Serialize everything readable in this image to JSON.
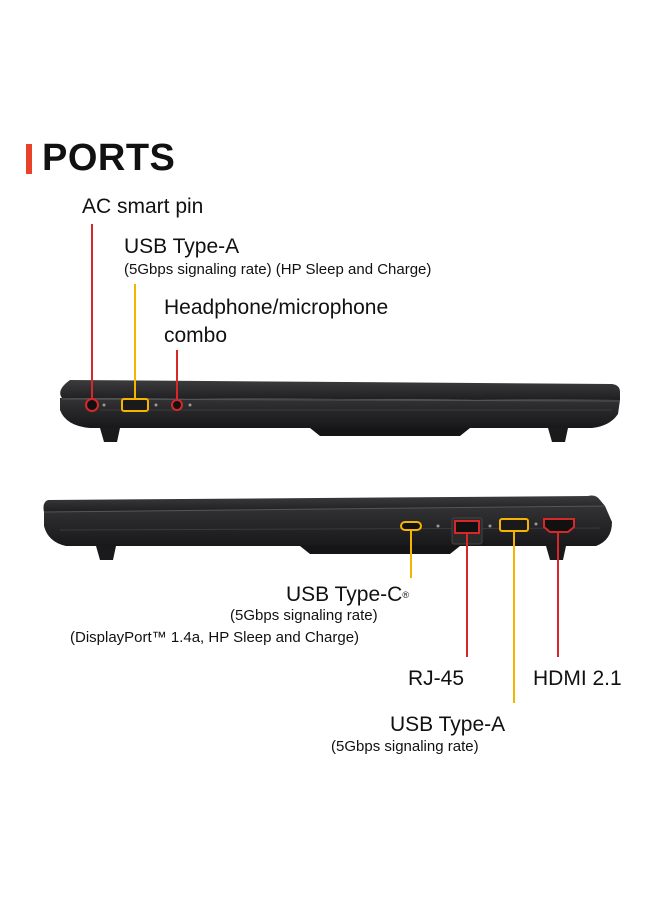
{
  "header": {
    "title": "PORTS",
    "accent_color": "#e8432a"
  },
  "left_side": {
    "ac_smart_pin": {
      "label": "AC smart pin"
    },
    "usb_type_a": {
      "label": "USB Type-A",
      "detail": "(5Gbps signaling rate) (HP Sleep and Charge)"
    },
    "headphone_combo": {
      "label_line1": "Headphone/microphone",
      "label_line2": "combo"
    }
  },
  "right_side": {
    "usb_type_c": {
      "label": "USB Type-C",
      "mark": "®",
      "detail_line1": "(5Gbps signaling rate)",
      "detail_line2": "(DisplayPort™ 1.4a, HP Sleep and Charge)"
    },
    "rj45": {
      "label": "RJ-45"
    },
    "hdmi": {
      "label": "HDMI 2.1"
    },
    "usb_type_a": {
      "label": "USB Type-A",
      "detail": "(5Gbps signaling rate)"
    }
  },
  "colors": {
    "red_leader": "#d62828",
    "yellow_leader": "#f4b400",
    "chassis": "#2b2b2d"
  }
}
